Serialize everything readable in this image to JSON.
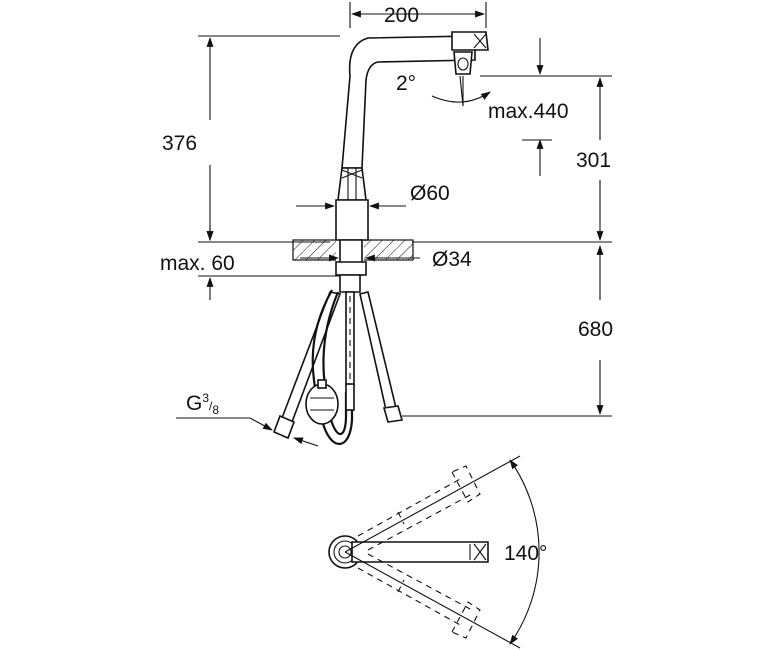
{
  "dimensions": {
    "spout_reach": "200",
    "total_height": "376",
    "aerator_height": "301",
    "swivel_angle_tilt": "2°",
    "max_extension": "max.440",
    "base_diameter": "60",
    "hole_diameter": "34",
    "max_counter_thickness": "max. 60",
    "hose_length": "680",
    "connection_thread_base": "G",
    "connection_thread_num": "3",
    "connection_thread_den": "8",
    "swivel_range": "140°",
    "diameter_symbol": "Ø"
  },
  "icons": {
    "drawing": "faucet-technical-drawing"
  }
}
